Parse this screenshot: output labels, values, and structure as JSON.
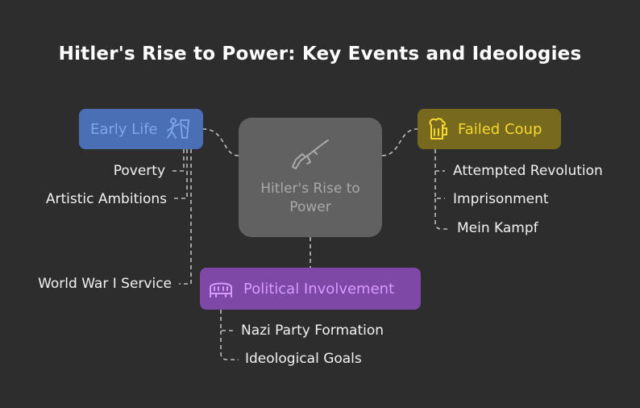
{
  "title": "Hitler's Rise to Power: Key Events and Ideologies",
  "center": {
    "label": "Hitler's Rise to Power",
    "icon": "rifle-icon"
  },
  "branches": {
    "early_life": {
      "label": "Early Life",
      "icon": "artist-figure-icon",
      "color": "#4a6fb5",
      "text_color": "#7fa7ee",
      "items": [
        "Poverty",
        "Artistic Ambitions",
        "World War I Service"
      ]
    },
    "failed_coup": {
      "label": "Failed Coup",
      "icon": "beer-mug-icon",
      "color": "#77691e",
      "text_color": "#f7d82e",
      "items": [
        "Attempted Revolution",
        "Imprisonment",
        "Mein Kampf"
      ]
    },
    "political": {
      "label": "Political Involvement",
      "icon": "assembly-hall-icon",
      "color": "#7e48a7",
      "text_color": "#d79bff",
      "items": [
        "Nazi Party Formation",
        "Ideological Goals"
      ]
    }
  },
  "colors": {
    "background": "#2d2d2d",
    "center_fill": "#616161",
    "connector": "#bdbdbd"
  }
}
